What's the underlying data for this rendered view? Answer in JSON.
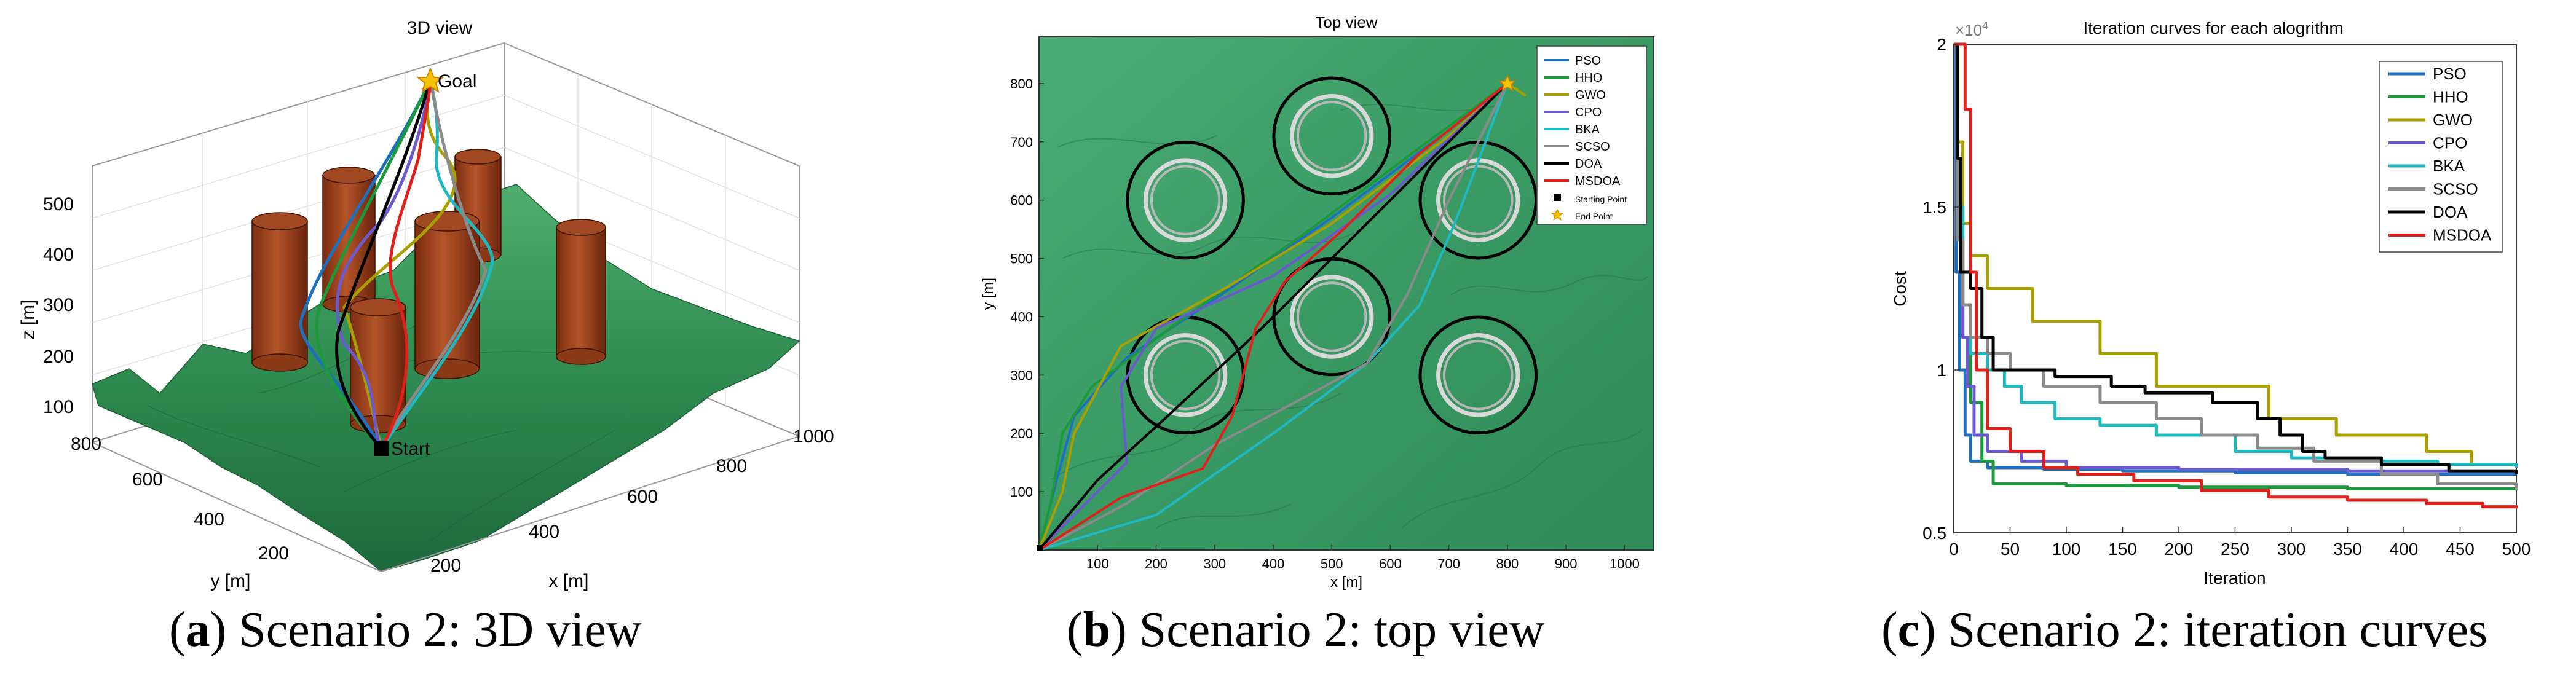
{
  "captions": [
    {
      "letter": "a",
      "text": " Scenario 2: 3D view"
    },
    {
      "letter": "b",
      "text": " Scenario 2: top view"
    },
    {
      "letter": "c",
      "text": " Scenario 2: iteration curves"
    }
  ],
  "chart_data": [
    {
      "type": "3d-surface",
      "title": "3D view",
      "xlabel": "x [m]",
      "ylabel": "y [m]",
      "zlabel": "z [m]",
      "x_ticks": [
        "200",
        "400",
        "600",
        "800",
        "1000"
      ],
      "y_ticks": [
        "200",
        "400",
        "600",
        "800"
      ],
      "z_ticks": [
        "100",
        "200",
        "300",
        "400",
        "500"
      ],
      "annotations": [
        "Goal",
        "Start"
      ],
      "obstacle_count": 6
    },
    {
      "type": "line",
      "title": "Top view",
      "xlabel": "x [m]",
      "ylabel": "y [m]",
      "x_ticks": [
        "100",
        "200",
        "300",
        "400",
        "500",
        "600",
        "700",
        "800",
        "900",
        "1000"
      ],
      "y_ticks": [
        "100",
        "200",
        "300",
        "400",
        "500",
        "600",
        "700",
        "800"
      ],
      "xlim": [
        0,
        1050
      ],
      "ylim": [
        0,
        880
      ],
      "threats": [
        {
          "x": 250,
          "y": 600
        },
        {
          "x": 500,
          "y": 710
        },
        {
          "x": 750,
          "y": 600
        },
        {
          "x": 250,
          "y": 300
        },
        {
          "x": 500,
          "y": 400
        },
        {
          "x": 750,
          "y": 300
        }
      ],
      "start": {
        "x": 0,
        "y": 0
      },
      "goal": {
        "x": 800,
        "y": 800
      },
      "legend": [
        "PSO",
        "HHO",
        "GWO",
        "CPO",
        "BKA",
        "SCSO",
        "DOA",
        "MSDOA",
        "Starting Point",
        "End Point"
      ],
      "legend_location": "top-right",
      "series": [
        {
          "name": "PSO",
          "color": "#1f6fbf",
          "points": [
            [
              0,
              0
            ],
            [
              30,
              120
            ],
            [
              60,
              230
            ],
            [
              150,
              330
            ],
            [
              300,
              430
            ],
            [
              500,
              570
            ],
            [
              700,
              720
            ],
            [
              800,
              800
            ]
          ]
        },
        {
          "name": "HHO",
          "color": "#1a9a3a",
          "points": [
            [
              0,
              0
            ],
            [
              20,
              80
            ],
            [
              40,
              200
            ],
            [
              90,
              280
            ],
            [
              250,
              400
            ],
            [
              450,
              540
            ],
            [
              650,
              690
            ],
            [
              800,
              800
            ]
          ]
        },
        {
          "name": "GWO",
          "color": "#a8a000",
          "points": [
            [
              0,
              0
            ],
            [
              40,
              100
            ],
            [
              60,
              200
            ],
            [
              140,
              350
            ],
            [
              320,
              450
            ],
            [
              500,
              560
            ],
            [
              700,
              710
            ],
            [
              800,
              800
            ],
            [
              830,
              780
            ],
            [
              800,
              800
            ]
          ]
        },
        {
          "name": "CPO",
          "color": "#6a5acd",
          "points": [
            [
              0,
              0
            ],
            [
              150,
              150
            ],
            [
              140,
              280
            ],
            [
              200,
              380
            ],
            [
              400,
              470
            ],
            [
              600,
              610
            ],
            [
              800,
              800
            ]
          ]
        },
        {
          "name": "BKA",
          "color": "#20b8c0",
          "points": [
            [
              0,
              0
            ],
            [
              200,
              60
            ],
            [
              400,
              200
            ],
            [
              560,
              320
            ],
            [
              650,
              420
            ],
            [
              710,
              560
            ],
            [
              770,
              720
            ],
            [
              800,
              800
            ]
          ]
        },
        {
          "name": "SCSO",
          "color": "#8a8a8a",
          "points": [
            [
              0,
              0
            ],
            [
              150,
              80
            ],
            [
              300,
              180
            ],
            [
              450,
              260
            ],
            [
              560,
              320
            ],
            [
              630,
              440
            ],
            [
              700,
              600
            ],
            [
              800,
              800
            ]
          ]
        },
        {
          "name": "DOA",
          "color": "#000000",
          "points": [
            [
              0,
              0
            ],
            [
              100,
              120
            ],
            [
              220,
              230
            ],
            [
              380,
              380
            ],
            [
              500,
              500
            ],
            [
              620,
              620
            ],
            [
              720,
              720
            ],
            [
              800,
              800
            ]
          ]
        },
        {
          "name": "MSDOA",
          "color": "#e0201a",
          "points": [
            [
              0,
              0
            ],
            [
              140,
              90
            ],
            [
              280,
              140
            ],
            [
              330,
              230
            ],
            [
              370,
              380
            ],
            [
              420,
              460
            ],
            [
              520,
              550
            ],
            [
              650,
              680
            ],
            [
              800,
              800
            ]
          ]
        }
      ]
    },
    {
      "type": "line",
      "title": "Iteration curves for each alogrithm",
      "xlabel": "Iteration",
      "ylabel": "Cost",
      "y_multiplier": "×10^4",
      "x_ticks": [
        "0",
        "50",
        "100",
        "150",
        "200",
        "250",
        "300",
        "350",
        "400",
        "450",
        "500"
      ],
      "y_ticks": [
        "0.5",
        "1",
        "1.5",
        "2"
      ],
      "xlim": [
        0,
        500
      ],
      "ylim": [
        5000,
        20000
      ],
      "legend_location": "top-right",
      "series": [
        {
          "name": "PSO",
          "color": "#1f6fbf",
          "points": [
            [
              0,
              20000
            ],
            [
              2,
              13000
            ],
            [
              5,
              10000
            ],
            [
              10,
              8000
            ],
            [
              15,
              7200
            ],
            [
              30,
              7000
            ],
            [
              80,
              6950
            ],
            [
              150,
              6900
            ],
            [
              250,
              6850
            ],
            [
              350,
              6800
            ],
            [
              500,
              6800
            ]
          ]
        },
        {
          "name": "HHO",
          "color": "#1a9a3a",
          "points": [
            [
              0,
              20000
            ],
            [
              3,
              15000
            ],
            [
              8,
              11000
            ],
            [
              15,
              9000
            ],
            [
              25,
              7200
            ],
            [
              35,
              6500
            ],
            [
              100,
              6450
            ],
            [
              200,
              6400
            ],
            [
              350,
              6350
            ],
            [
              500,
              6300
            ]
          ]
        },
        {
          "name": "GWO",
          "color": "#a8a000",
          "points": [
            [
              0,
              20000
            ],
            [
              3,
              17000
            ],
            [
              8,
              14500
            ],
            [
              15,
              13500
            ],
            [
              25,
              13500
            ],
            [
              30,
              12500
            ],
            [
              60,
              12500
            ],
            [
              70,
              11500
            ],
            [
              110,
              11500
            ],
            [
              130,
              10500
            ],
            [
              170,
              10500
            ],
            [
              180,
              9500
            ],
            [
              260,
              9500
            ],
            [
              280,
              8500
            ],
            [
              330,
              8500
            ],
            [
              340,
              8000
            ],
            [
              400,
              8000
            ],
            [
              420,
              7500
            ],
            [
              460,
              7100
            ],
            [
              500,
              7000
            ]
          ]
        },
        {
          "name": "CPO",
          "color": "#6a5acd",
          "points": [
            [
              0,
              20000
            ],
            [
              3,
              14000
            ],
            [
              8,
              11000
            ],
            [
              12,
              9500
            ],
            [
              18,
              8000
            ],
            [
              30,
              7500
            ],
            [
              60,
              7200
            ],
            [
              100,
              7000
            ],
            [
              200,
              6950
            ],
            [
              350,
              6900
            ],
            [
              500,
              6900
            ]
          ]
        },
        {
          "name": "BKA",
          "color": "#20b8c0",
          "points": [
            [
              0,
              20000
            ],
            [
              3,
              15000
            ],
            [
              8,
              12000
            ],
            [
              15,
              10500
            ],
            [
              30,
              10000
            ],
            [
              45,
              9500
            ],
            [
              60,
              9000
            ],
            [
              90,
              8500
            ],
            [
              130,
              8300
            ],
            [
              180,
              8000
            ],
            [
              250,
              7500
            ],
            [
              300,
              7300
            ],
            [
              380,
              7200
            ],
            [
              430,
              7100
            ],
            [
              500,
              7000
            ]
          ]
        },
        {
          "name": "SCSO",
          "color": "#8a8a8a",
          "points": [
            [
              0,
              20000
            ],
            [
              3,
              14000
            ],
            [
              8,
              12000
            ],
            [
              15,
              11000
            ],
            [
              30,
              10500
            ],
            [
              50,
              10000
            ],
            [
              80,
              9500
            ],
            [
              130,
              9000
            ],
            [
              180,
              8500
            ],
            [
              220,
              8000
            ],
            [
              270,
              7600
            ],
            [
              320,
              7200
            ],
            [
              380,
              6800
            ],
            [
              430,
              6500
            ],
            [
              500,
              6300
            ]
          ]
        },
        {
          "name": "DOA",
          "color": "#000000",
          "points": [
            [
              0,
              20000
            ],
            [
              3,
              16500
            ],
            [
              6,
              13000
            ],
            [
              15,
              12500
            ],
            [
              25,
              11000
            ],
            [
              35,
              10000
            ],
            [
              90,
              9800
            ],
            [
              140,
              9500
            ],
            [
              170,
              9300
            ],
            [
              230,
              9000
            ],
            [
              270,
              8500
            ],
            [
              290,
              8000
            ],
            [
              310,
              7500
            ],
            [
              330,
              7300
            ],
            [
              380,
              7100
            ],
            [
              440,
              6900
            ],
            [
              500,
              6800
            ]
          ]
        },
        {
          "name": "MSDOA",
          "color": "#e0201a",
          "points": [
            [
              0,
              20000
            ],
            [
              5,
              20000
            ],
            [
              10,
              18000
            ],
            [
              15,
              13000
            ],
            [
              20,
              10000
            ],
            [
              30,
              8200
            ],
            [
              50,
              7500
            ],
            [
              80,
              7000
            ],
            [
              110,
              6800
            ],
            [
              160,
              6600
            ],
            [
              220,
              6300
            ],
            [
              280,
              6100
            ],
            [
              350,
              6000
            ],
            [
              420,
              5900
            ],
            [
              470,
              5800
            ],
            [
              500,
              5750
            ]
          ]
        }
      ]
    }
  ]
}
